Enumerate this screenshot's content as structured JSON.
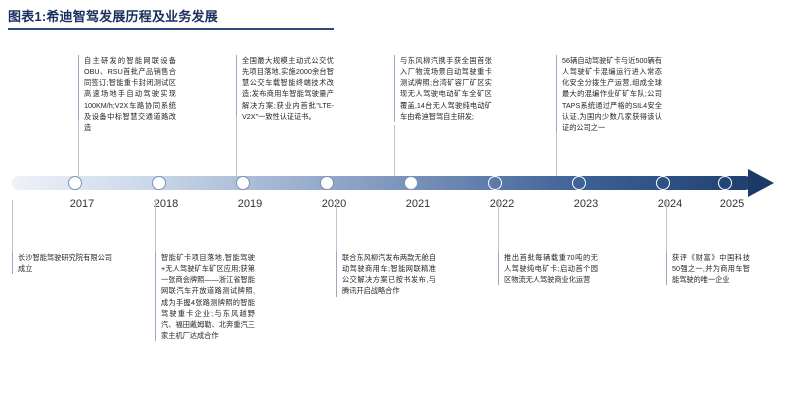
{
  "title": "图表1:希迪智驾发展历程及业务发展",
  "accent_color": "#1b2f5e",
  "axis_color_start": "#eef2f8",
  "axis_color_end": "#1f3f6e",
  "timeline": {
    "years": [
      "2017",
      "2018",
      "2019",
      "2020",
      "2021",
      "2022",
      "2023",
      "2024",
      "2025"
    ],
    "notes_above": [
      {
        "year": "2018",
        "text": "自主研发的智能网联设备OBU、RSU首批产品销售合同签订;智能重卡封闭测试区高速场地手自动驾驶实现100KM/h;V2X车路协同系统及设备中标智慧交通道路改造"
      },
      {
        "year": "2020",
        "text": "全国最大规模主动式公交优先项目落地,实施2000余台智慧公交车载智能终端技术改造;发布商用车智能驾驶量产解决方案;获业内首批\"LTE-V2X\"一致性认证证书。"
      },
      {
        "year": "2022",
        "text": "与东风柳汽携手获全国首张入厂物流场景自动驾驶重卡测试牌照;台湾矿容厂矿区实现无人驾驶电动矿车全矿区覆盖,14台无人驾驶纯电动矿车由希迪智驾自主研发;"
      },
      {
        "year": "2024",
        "text": "56辆自动驾驶矿卡与近500辆有人驾驶矿卡混编运行进入常态化安全分拨生产运营,组成全球最大的混编作业矿矿车队;公司TAPS系统通过严格的SIL4安全认证,为国内少数几家获得该认证的公司之一"
      }
    ],
    "notes_below": [
      {
        "year": "2017",
        "text": "长沙智能驾驶研究院有限公司成立"
      },
      {
        "year": "2019",
        "text": "智能矿卡项目落地,智能驾驶+无人驾驶矿车矿区应用;获第一张商会牌照——浙江省智能网联汽车开放道路测试牌照,成为手握4张路测牌照的智能驾驶重卡企业;与东风越野汽、福田戴姆勒、北奔重汽三家主机厂达成合作"
      },
      {
        "year": "2021",
        "text": "联合东风柳汽发布两款无舱自动驾驶商用车;智能网联精准公交解决方案已按书发布,与腾讯开启战略合作"
      },
      {
        "year": "2023",
        "text": "推出首批每辆载重70吨的无人驾驶纯电矿卡;启动首个园区物流无人驾驶商业化运营"
      },
      {
        "year": "2025",
        "text": "获评《财富》中国科技50强之一,并为商用车智能驾驶的唯一企业"
      }
    ]
  }
}
